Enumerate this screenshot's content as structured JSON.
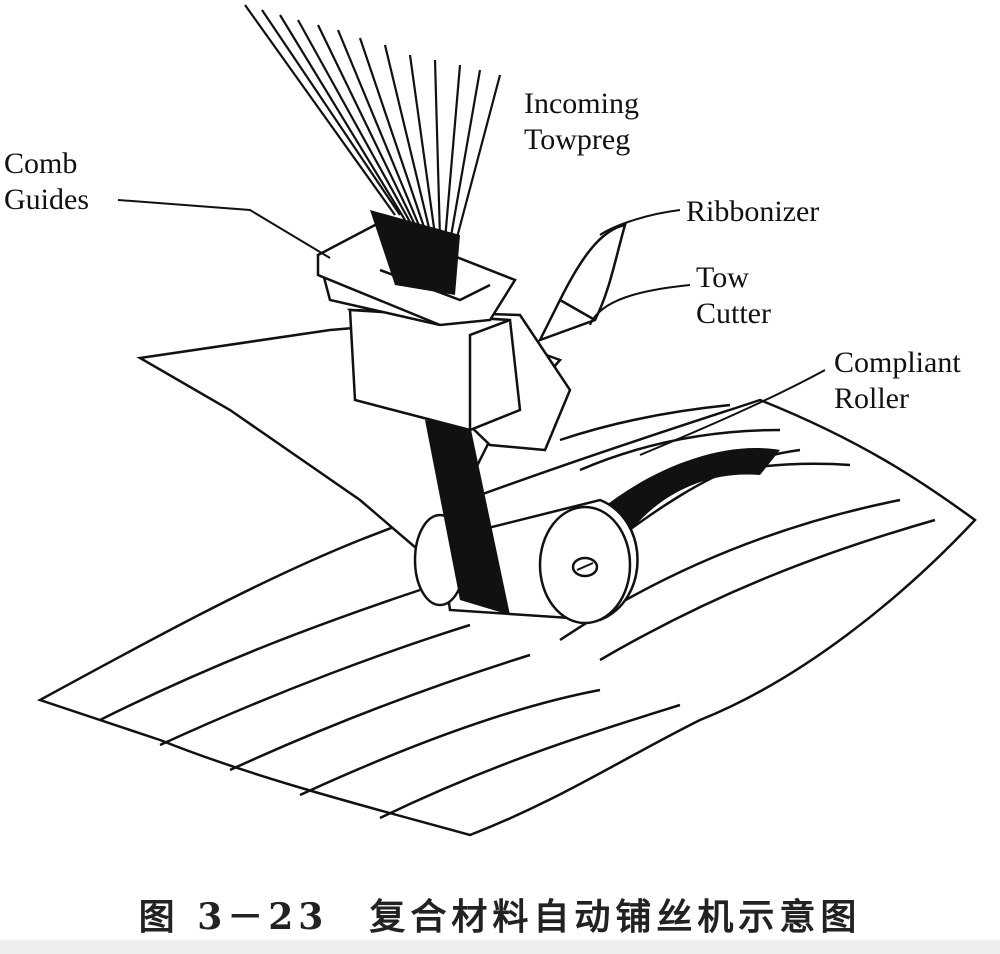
{
  "labels": {
    "incoming": "Incoming Towpreg",
    "incoming_l1": "Incoming",
    "incoming_l2": "Towpreg",
    "comb_l1": "Comb",
    "comb_l2": "Guides",
    "ribbonizer": "Ribbonizer",
    "cutter_l1": "Tow",
    "cutter_l2": "Cutter",
    "roller_l1": "Compliant",
    "roller_l2": "Roller"
  },
  "caption": "图 3－23　复合材料自动铺丝机示意图",
  "colors": {
    "ink": "#111111",
    "paper": "#ffffff",
    "band": "#eeeeee"
  }
}
